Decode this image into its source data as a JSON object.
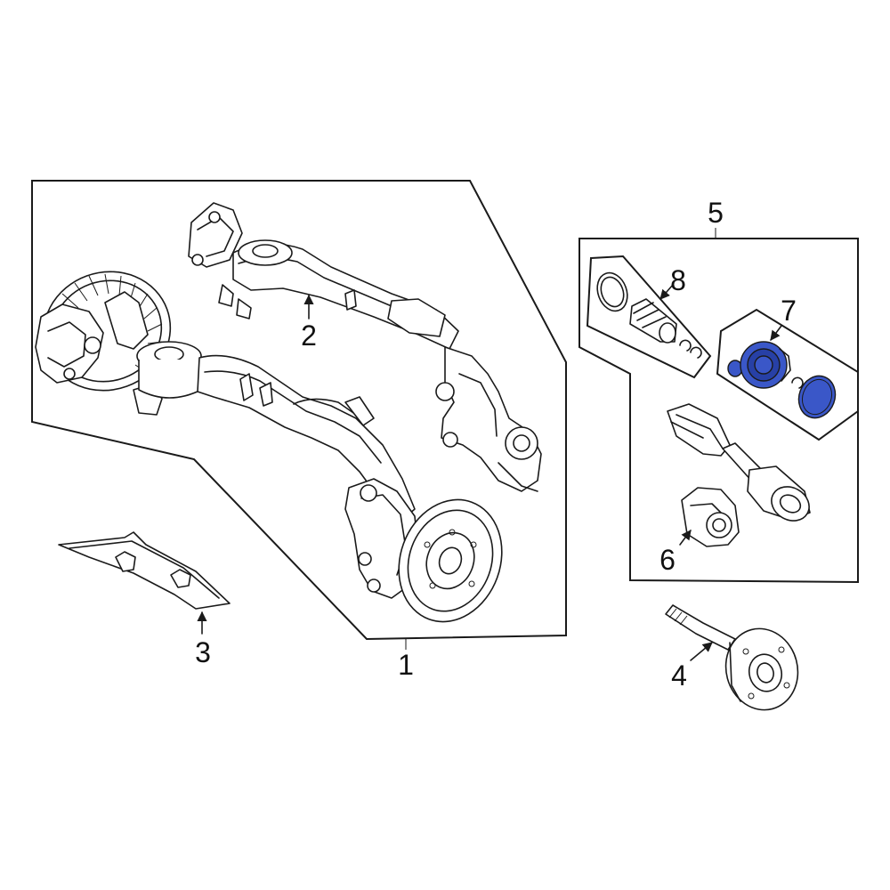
{
  "callouts": {
    "c1": "1",
    "c2": "2",
    "c3": "3",
    "c4": "4",
    "c5": "5",
    "c6": "6",
    "c7": "7",
    "c8": "8"
  },
  "colors": {
    "line": "#1a1a1a",
    "highlight": "#3a57c8",
    "highlight_dark": "#2740a6",
    "background": "#ffffff"
  },
  "highlighted_parts": [
    "7"
  ]
}
